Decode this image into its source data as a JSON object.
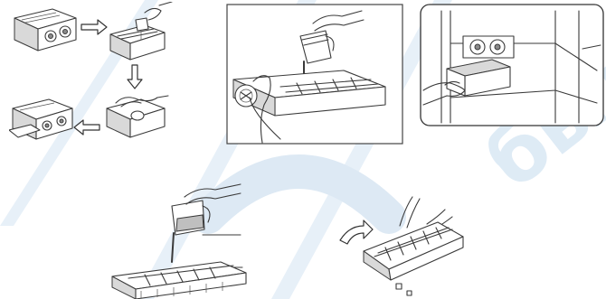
{
  "figure": {
    "watermark": "быт",
    "panels": [
      {
        "id": "ice-maker-tray-sequence",
        "steps": 4
      },
      {
        "id": "fill-ice-maker-with-water"
      },
      {
        "id": "insert-ice-bin-in-freezer"
      },
      {
        "id": "fill-ice-cube-tray"
      },
      {
        "id": "twist-tray-to-release-cubes"
      }
    ],
    "colors": {
      "watermark": "#dbe9f5",
      "stripe": "#e7f0f8",
      "line": "#3a3a3a",
      "fill": "#d9d9d9"
    }
  }
}
